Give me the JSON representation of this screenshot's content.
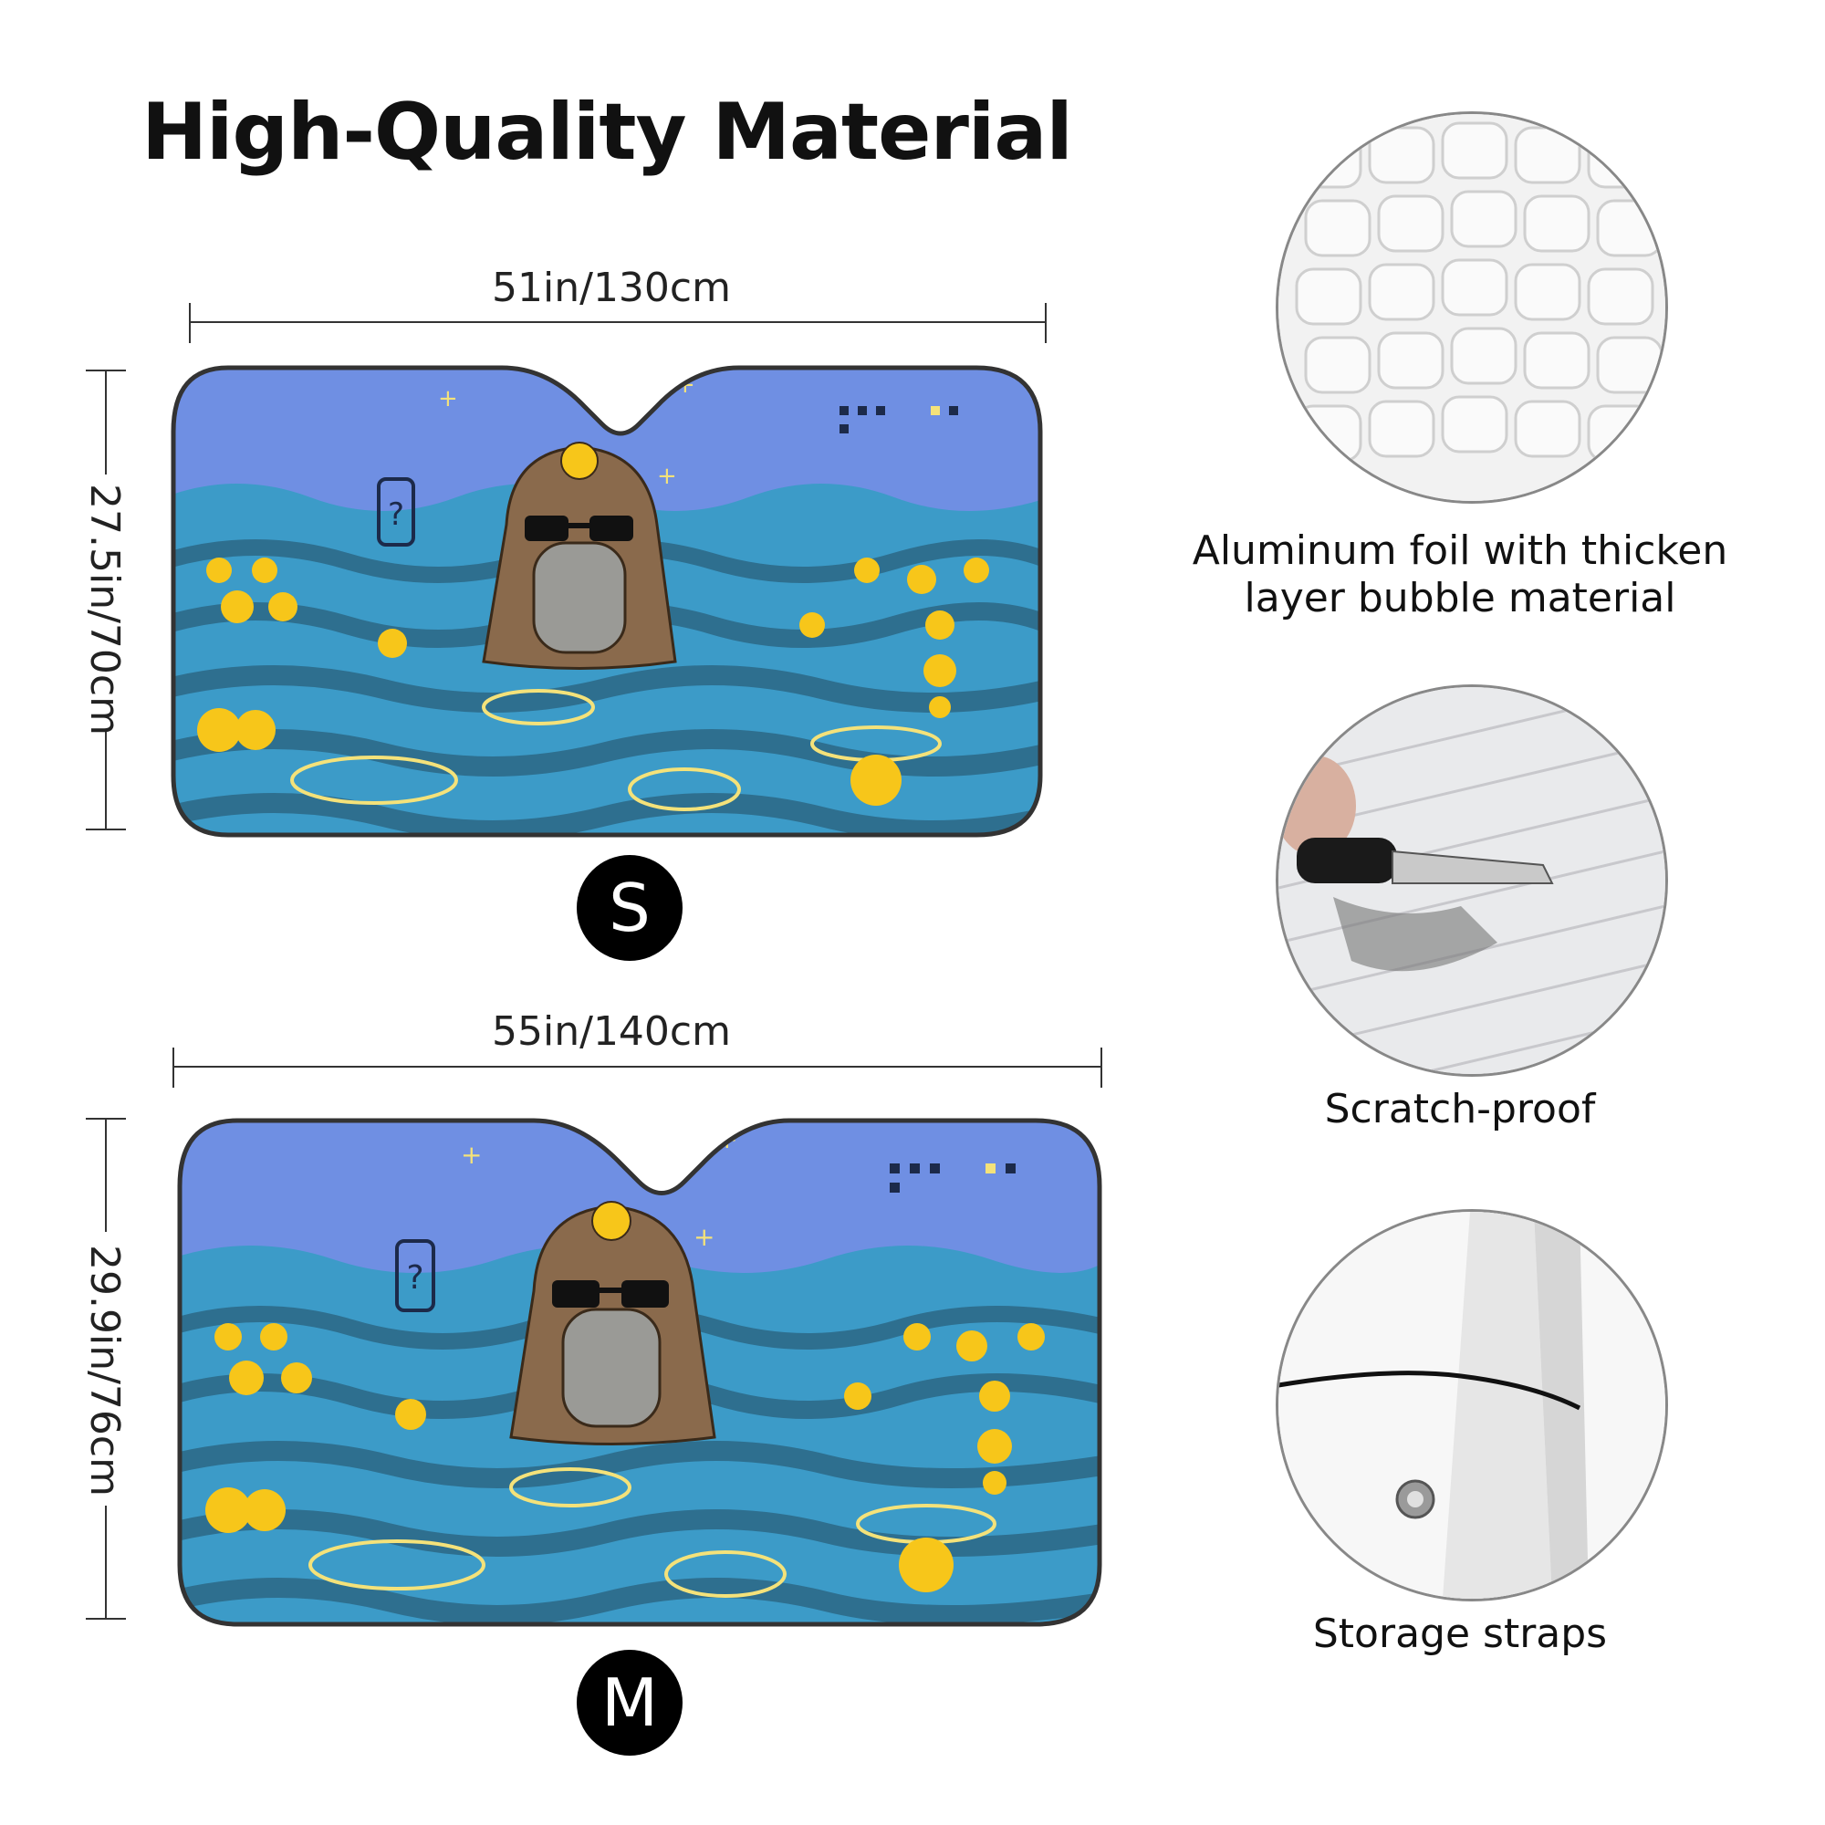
{
  "title": "High-Quality Material",
  "sizes": {
    "small": {
      "label": "S",
      "width": "51in/130cm",
      "height": "27.5in/70cm"
    },
    "medium": {
      "label": "M",
      "width": "55in/140cm",
      "height": "29.9in/76cm"
    }
  },
  "features": [
    {
      "caption_line1": "Aluminum foil with thicken",
      "caption_line2": "layer bubble material",
      "icon": "bubble-foil-closeup"
    },
    {
      "caption": "Scratch-proof",
      "icon": "key-scratch-closeup"
    },
    {
      "caption": "Storage straps",
      "icon": "strap-closeup"
    }
  ],
  "colors": {
    "water": "#6f8fe3",
    "water_dark": "#2e6f8f",
    "water_mid": "#3c9bc8",
    "accent_yellow": "#f7c61a",
    "capybara": "#8a6a4c",
    "outline": "#333333"
  }
}
